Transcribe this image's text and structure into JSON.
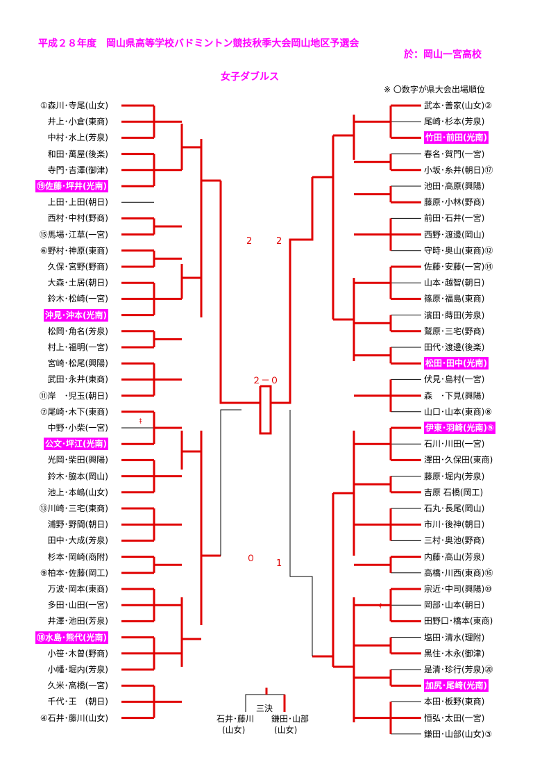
{
  "header": {
    "title": "平成２８年度　岡山県高等学校バドミントン競技秋季大会岡山地区予選会",
    "venue": "於：岡山一宮高校",
    "subtitle": "女子ダブルス",
    "note": "※ 〇数字が県大会出場順位"
  },
  "left_entries": [
    {
      "label": "①森川･寺尾(山女)",
      "hl": false
    },
    {
      "label": "井上･小倉(東商)",
      "hl": false
    },
    {
      "label": "中村･水上(芳泉)",
      "hl": false
    },
    {
      "label": "和田･萬屋(後楽)",
      "hl": false
    },
    {
      "label": "寺門･吉澤(御津)",
      "hl": false
    },
    {
      "label": "⑲佐藤･坪井(光南)",
      "hl": true
    },
    {
      "label": "上田･上田(朝日)",
      "hl": false
    },
    {
      "label": "西村･中村(野商)",
      "hl": false
    },
    {
      "label": "⑮馬場･江草(一宮)",
      "hl": false
    },
    {
      "label": "⑥野村･神原(東商)",
      "hl": false
    },
    {
      "label": "久保･宮野(野商)",
      "hl": false
    },
    {
      "label": "大森･土居(朝日)",
      "hl": false
    },
    {
      "label": "鈴木･松崎(一宮)",
      "hl": false
    },
    {
      "label": "沖見･沖本(光南)",
      "hl": true
    },
    {
      "label": "松岡･角名(芳泉)",
      "hl": false
    },
    {
      "label": "村上･福明(一宮)",
      "hl": false
    },
    {
      "label": "宮崎･松尾(興陽)",
      "hl": false
    },
    {
      "label": "武田･永井(東商)",
      "hl": false
    },
    {
      "label": "⑪岸　･児玉(朝日)",
      "hl": false
    },
    {
      "label": "⑦尾崎･木下(東商)",
      "hl": false
    },
    {
      "label": "中野･小柴(一宮)",
      "hl": false
    },
    {
      "label": "公文･坪江(光南)",
      "hl": true
    },
    {
      "label": "光岡･柴田(興陽)",
      "hl": false
    },
    {
      "label": "鈴木･脇本(岡山)",
      "hl": false
    },
    {
      "label": "池上･本嶋(山女)",
      "hl": false
    },
    {
      "label": "⑬川崎･三宅(東商)",
      "hl": false
    },
    {
      "label": "浦野･野間(朝日)",
      "hl": false
    },
    {
      "label": "田中･大成(芳泉)",
      "hl": false
    },
    {
      "label": "杉本･岡崎(商附)",
      "hl": false
    },
    {
      "label": "⑨柏本･佐藤(岡工)",
      "hl": false
    },
    {
      "label": "万波･岡本(東商)",
      "hl": false
    },
    {
      "label": "多田･山田(一宮)",
      "hl": false
    },
    {
      "label": "井澤･池田(芳泉)",
      "hl": false
    },
    {
      "label": "⑱水島･熊代(光南)",
      "hl": true
    },
    {
      "label": "小笹･木曽(野商)",
      "hl": false
    },
    {
      "label": "小幡･堀内(芳泉)",
      "hl": false
    },
    {
      "label": "久米･高橋(一宮)",
      "hl": false
    },
    {
      "label": "千代･王　(朝日)",
      "hl": false
    },
    {
      "label": "④石井･藤川(山女)",
      "hl": false
    }
  ],
  "right_entries": [
    {
      "label": "武本･善家(山女)②",
      "hl": false
    },
    {
      "label": "尾崎･杉本(芳泉)",
      "hl": false
    },
    {
      "label": "竹田･前田(光南)",
      "hl": true
    },
    {
      "label": "春名･賀門(一宮)",
      "hl": false
    },
    {
      "label": "小坂･糸井(朝日)⑰",
      "hl": false
    },
    {
      "label": "池田･高原(興陽)",
      "hl": false
    },
    {
      "label": "藤原･小林(野商)",
      "hl": false
    },
    {
      "label": "前田･石井(一宮)",
      "hl": false
    },
    {
      "label": "西野･渡邊(岡山)",
      "hl": false
    },
    {
      "label": "守時･奥山(東商)⑫",
      "hl": false
    },
    {
      "label": "佐藤･安藤(一宮)⑭",
      "hl": false
    },
    {
      "label": "山本･越智(朝日)",
      "hl": false
    },
    {
      "label": "篠原･福島(東商)",
      "hl": false
    },
    {
      "label": "濱田･蒔田(芳泉)",
      "hl": false
    },
    {
      "label": "鷲原･三宅(野商)",
      "hl": false
    },
    {
      "label": "田代･渡邊(後楽)",
      "hl": false
    },
    {
      "label": "松田･田中(光南)",
      "hl": true
    },
    {
      "label": "伏見･島村(一宮)",
      "hl": false
    },
    {
      "label": "森　･下見(興陽)",
      "hl": false
    },
    {
      "label": "山口･山本(東商)⑧",
      "hl": false
    },
    {
      "label": "伊東･羽崎(光南)⑤",
      "hl": true
    },
    {
      "label": "石川･川田(一宮)",
      "hl": false
    },
    {
      "label": "澤田･久保田(東商)",
      "hl": false
    },
    {
      "label": "藤原･堀内(芳泉)",
      "hl": false
    },
    {
      "label": "吉原 石橋(岡工)",
      "hl": false
    },
    {
      "label": "石丸･長尾(岡山)",
      "hl": false
    },
    {
      "label": "市川･後神(朝日)",
      "hl": false
    },
    {
      "label": "三村･奥池(野商)",
      "hl": false
    },
    {
      "label": "内藤･高山(芳泉)",
      "hl": false
    },
    {
      "label": "高橋･川西(東商)⑯",
      "hl": false
    },
    {
      "label": "宗近･中司(興陽)⑩",
      "hl": false
    },
    {
      "label": "岡部･山本(朝日)",
      "hl": false
    },
    {
      "label": "田野口･橋本(東商)",
      "hl": false
    },
    {
      "label": "塩田･清水(理附)",
      "hl": false
    },
    {
      "label": "黒住･木永(御津)",
      "hl": false
    },
    {
      "label": "是清･珍行(芳泉)⑳",
      "hl": false
    },
    {
      "label": "加尻･尾崎(光南)",
      "hl": true
    },
    {
      "label": "本田･板野(東商)",
      "hl": false
    },
    {
      "label": "恒弘･太田(一宮)",
      "hl": false
    },
    {
      "label": "鎌田･山部(山女)③",
      "hl": false
    }
  ],
  "scores": {
    "upper_left": "2",
    "upper_right": "2",
    "final": "２－０",
    "lower_left": "０",
    "lower_right": "1",
    "retire_mark_left": "ｷ",
    "retire_mark_right": "ｷ"
  },
  "third_place": {
    "title": "三決",
    "left_pair": "石井･藤川",
    "left_school": "(山女)",
    "right_pair": "鎌田･山部",
    "right_school": "(山女)"
  },
  "colors": {
    "accent": "#ff00ff",
    "win_line": "#e00000",
    "line": "#000000"
  }
}
